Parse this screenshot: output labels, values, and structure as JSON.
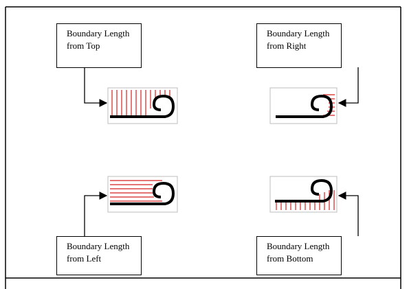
{
  "callouts": {
    "top": {
      "line1": "Boundary Length",
      "line2": "from Top"
    },
    "right": {
      "line1": "Boundary Length",
      "line2": "from Right"
    },
    "left": {
      "line1": "Boundary Length",
      "line2": "from Left"
    },
    "bottom": {
      "line1": "Boundary Length",
      "line2": "from Bottom"
    }
  },
  "colors": {
    "hatch": "#d42020",
    "outline": "#000000",
    "thumb_border": "#bcbcbc"
  },
  "icons": [
    "arrow-right-icon",
    "arrow-left-icon",
    "curl-glyph-icon"
  ]
}
